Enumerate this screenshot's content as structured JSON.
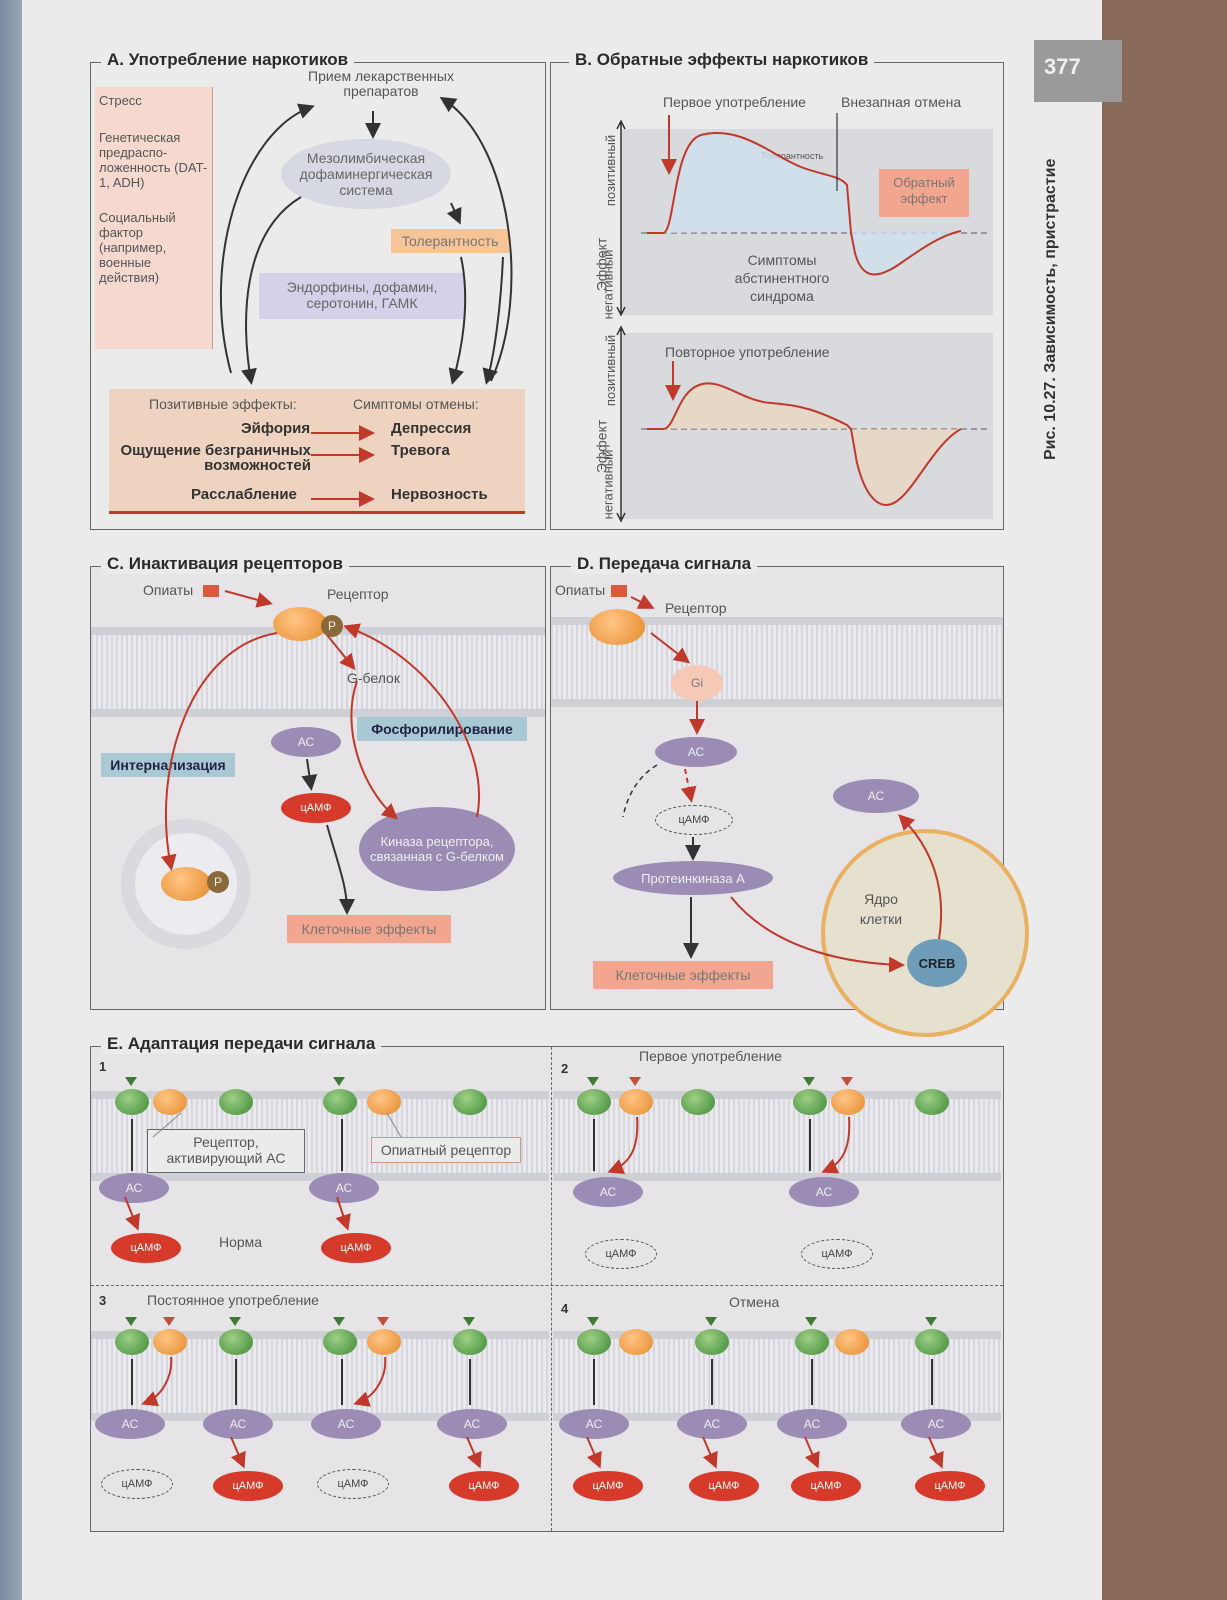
{
  "page_number": "377",
  "figure_caption": "Рис. 10.27. Зависимость, пристрастие",
  "panelA": {
    "title": "А. Употребление наркотиков",
    "intake": "Прием лекарственных препаратов",
    "factors": [
      "Стресс",
      "Генетическая предраспо-ложенность (DAT-1, ADH)",
      "Социальный фактор (например, военные действия)"
    ],
    "mesolimbic": "Мезолимбическая дофаминергическая система",
    "tolerance": "Толерантность",
    "transmitters": "Эндорфины, дофамин, серотонин, ГАМК",
    "positive_header": "Позитивные эффекты:",
    "withdrawal_header": "Симптомы отмены:",
    "positive": [
      "Эйфория",
      "Ощущение безграничных возможностей",
      "Расслабление"
    ],
    "withdrawal": [
      "Депрессия",
      "Тревога",
      "Нервозность"
    ]
  },
  "panelB": {
    "title": "В. Обратные эффекты наркотиков",
    "first_use": "Первое употребление",
    "sudden_stop": "Внезапная отмена",
    "tolerance_small": "Толерантность",
    "reverse_effect": "Обратный эффект",
    "abstinence": "Симптомы абстинентного синдрома",
    "repeat_use": "Повторное употребление",
    "axis_label": "Эффект",
    "positive": "позитивный",
    "negative": "негативный"
  },
  "panelC": {
    "title": "С. Инактивация рецепторов",
    "opiates": "Опиаты",
    "receptor": "Рецептор",
    "p": "P",
    "gprotein": "G-белок",
    "phosph": "Фосфорилирование",
    "internal": "Интернализация",
    "ac": "АС",
    "camp": "цАМФ",
    "kinase": "Киназа рецептора, связанная с G-белком",
    "effects": "Клеточные эффекты"
  },
  "panelD": {
    "title": "D. Передача сигнала",
    "opiates": "Опиаты",
    "receptor": "Рецептор",
    "gi": "Gi",
    "ac": "АС",
    "camp": "цАМФ",
    "pka": "Протеинкиназа А",
    "nucleus": "Ядро клетки",
    "creb": "CREB",
    "effects": "Клеточные эффекты",
    "ac2": "АС"
  },
  "panelE": {
    "title": "Е. Адаптация передачи сигнала",
    "n1": "1",
    "n2": "2",
    "n3": "3",
    "n4": "4",
    "ac_receptor": "Рецептор, активирующий АС",
    "opiate_receptor": "Опиатный рецептор",
    "norm": "Норма",
    "first_use": "Первое употребление",
    "constant_use": "Постоянное употребление",
    "withdrawal": "Отмена",
    "ac": "АС",
    "camp": "цАМФ"
  },
  "colors": {
    "red": "#c0392b",
    "orange_box": "#f3c39a",
    "purple_box": "#cfc8e3",
    "salmon_box": "#f2a58f"
  }
}
